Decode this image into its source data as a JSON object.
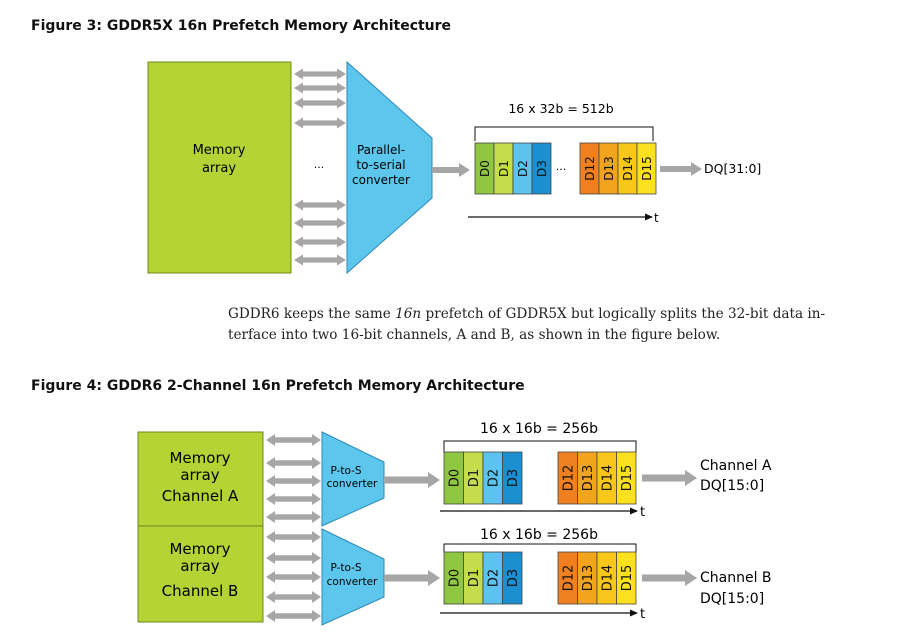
{
  "figure3": {
    "title": "Figure 3: GDDR5X 16n Prefetch Memory Architecture",
    "memory_array_line1": "Memory",
    "memory_array_line2": "array",
    "ellipsis_left": "...",
    "converter_line1": "Parallel-",
    "converter_line2": "to-serial",
    "converter_line3": "converter",
    "bracket_label": "16 x 32b = 512b",
    "dq_label": "DQ[31:0]",
    "time_label": "t",
    "ellipsis_cells": "...",
    "cells_left": [
      "D0",
      "D1",
      "D2",
      "D3"
    ],
    "cells_right": [
      "D12",
      "D13",
      "D14",
      "D15"
    ]
  },
  "paragraph": {
    "part1": "GDDR6 keeps the same ",
    "italic": "16n",
    "part2": " prefetch of GDDR5X but logically splits the 32-bit data in-",
    "line2": "terface into two 16-bit channels, A and B, as shown in the figure below."
  },
  "figure4": {
    "title": "Figure 4: GDDR6 2-Channel 16n Prefetch Memory Architecture",
    "channel_a": {
      "memory_line1": "Memory",
      "memory_line2": "array",
      "memory_line3": "Channel A",
      "converter_line1": "P-to-S",
      "converter_line2": "converter",
      "bracket_label": "16 x 16b = 256b",
      "out_line1": "Channel A",
      "out_line2": "DQ[15:0]",
      "time_label": "t"
    },
    "channel_b": {
      "memory_line1": "Memory",
      "memory_line2": "array",
      "memory_line3": "Channel B",
      "converter_line1": "P-to-S",
      "converter_line2": "converter",
      "bracket_label": "16 x 16b = 256b",
      "out_line1": "Channel B",
      "out_line2": "DQ[15:0]",
      "time_label": "t"
    },
    "cells_left": [
      "D0",
      "D1",
      "D2",
      "D3"
    ],
    "cells_right": [
      "D12",
      "D13",
      "D14",
      "D15"
    ]
  },
  "colors": {
    "memory_green": "#b5d334",
    "converter_blue": "#5dc6ec",
    "arrow_gray": "#a6a6a6",
    "cell_d0": "#8fc642",
    "cell_d1": "#c5dd4a",
    "cell_d2": "#5cc3ef",
    "cell_d3": "#1b8fd0",
    "cell_d12": "#f07f1f",
    "cell_d13": "#f3a41e",
    "cell_d14": "#f9c71a",
    "cell_d15": "#fbe01f"
  }
}
